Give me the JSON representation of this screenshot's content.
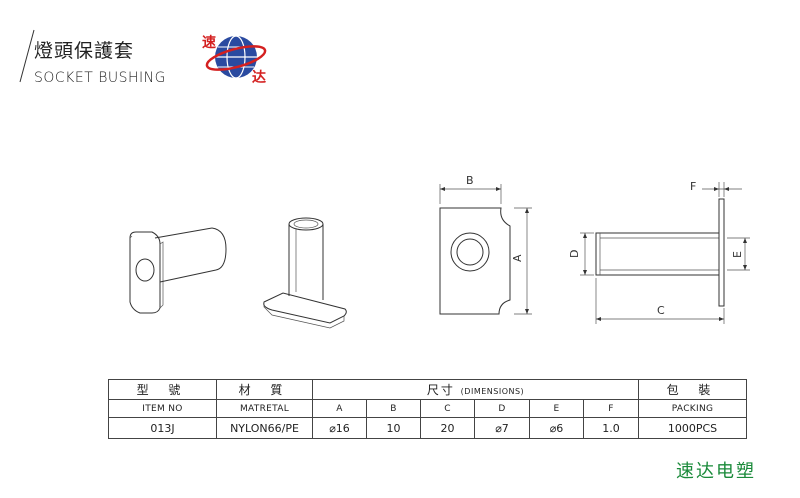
{
  "header": {
    "title_cn": "燈頭保護套",
    "title_en": "SOCKET BUSHING",
    "logo_text_top": "速",
    "logo_text_bottom": "达"
  },
  "drawing": {
    "dim_labels": {
      "a": "A",
      "b": "B",
      "c": "C",
      "d": "D",
      "e": "E",
      "f": "F"
    }
  },
  "table": {
    "item_cn": "型 號",
    "item_en": "ITEM NO",
    "material_cn": "材 質",
    "material_en": "MATRETAL",
    "dims_cn": "尺寸",
    "dims_en": "(DIMENSIONS)",
    "packing_cn": "包 裝",
    "packing_en": "PACKING",
    "dim_headers": [
      "A",
      "B",
      "C",
      "D",
      "E",
      "F"
    ],
    "row": {
      "item": "013J",
      "material": "NYLON66/PE",
      "dims": [
        "⌀16",
        "10",
        "20",
        "⌀7",
        "⌀6",
        "1.0"
      ],
      "packing": "1000PCS"
    }
  },
  "footer": {
    "brand": "速达电塑"
  },
  "colors": {
    "brand_green": "#1a8a3a",
    "logo_blue": "#2a4aa0",
    "logo_red": "#d42020"
  }
}
